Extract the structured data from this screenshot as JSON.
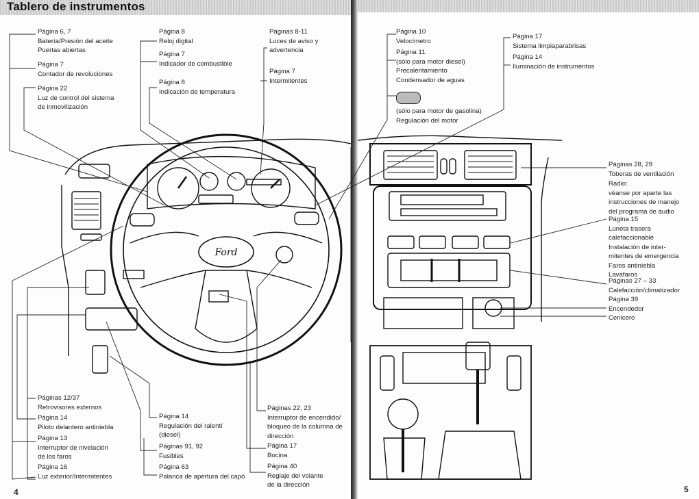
{
  "title": "Tablero de instrumentos",
  "page_numbers": {
    "left": "4",
    "right": "5"
  },
  "left_labels": {
    "top_col1": [
      {
        "page": "Página 6, 7",
        "lines": [
          "Batería/Presión del aceite",
          "Puertas abiertas"
        ]
      },
      {
        "page": "Página 7",
        "lines": [
          "Contador de revoluciones"
        ]
      },
      {
        "page": "Página 22",
        "lines": [
          "Luz de control del sistema",
          "de inmovilización"
        ]
      }
    ],
    "top_col2": [
      {
        "page": "Página 8",
        "lines": [
          "Reloj digital"
        ]
      },
      {
        "page": "Página 7",
        "lines": [
          "Indicador de combustible"
        ]
      },
      {
        "page": "Página 8",
        "lines": [
          "Indicación de temperatura"
        ]
      }
    ],
    "top_col3": [
      {
        "page": "Páginas 8-11",
        "lines": [
          "Luces de aviso y",
          "advertencia"
        ]
      },
      {
        "page": "Página 7",
        "lines": [
          "Intermitentes"
        ]
      }
    ],
    "bottom_col1": [
      {
        "page": "Páginas 12/37",
        "lines": [
          "Retrovisores externos"
        ]
      },
      {
        "page": "Página 14",
        "lines": [
          "Piloto delantero antiniebla"
        ]
      },
      {
        "page": "Página 13",
        "lines": [
          "Interruptor de nivelación",
          "de los faros"
        ]
      },
      {
        "page": "Página 16",
        "lines": [
          "Luz exterior/Intermitentes"
        ]
      }
    ],
    "bottom_col2": [
      {
        "page": "Página 14",
        "lines": [
          "Regulación del ralentí",
          "(diesel)"
        ]
      },
      {
        "page": "Páginas 91, 92",
        "lines": [
          "Fusibles"
        ]
      },
      {
        "page": "Página 63",
        "lines": [
          "Palanca de apertura del capó"
        ]
      }
    ],
    "bottom_col3": [
      {
        "page": "Páginas 22, 23",
        "lines": [
          "Interruptor de encendido/",
          "bloqueo de la columna de",
          "dirección"
        ]
      },
      {
        "page": "Página 17",
        "lines": [
          "Bocina"
        ]
      },
      {
        "page": "Página 40",
        "lines": [
          "Reglaje del volante",
          "de la dirección"
        ]
      }
    ]
  },
  "right_labels": {
    "top_col1": [
      {
        "page": "Página 10",
        "lines": [
          "Velocímetro"
        ]
      },
      {
        "page": "Página 11",
        "lines": [
          "(sólo para motor diesel)",
          "Precalentamiento",
          "Condensador de aguas"
        ]
      },
      {
        "page": "",
        "lines": [
          "(sólo para motor de gasolina)",
          "Regulación del motor"
        ]
      }
    ],
    "top_col2": [
      {
        "page": "Página 17",
        "lines": [
          "Sistema limpiaparabrisas"
        ]
      },
      {
        "page": "Página 14",
        "lines": [
          "Iluminación de instrumentos"
        ]
      }
    ],
    "side": [
      {
        "page": "Páginas 28, 29",
        "lines": [
          "Toberas de ventilación"
        ]
      },
      {
        "page": "Radio:",
        "lines": [
          "véanse por aparte las",
          "instrucciones de manejo",
          "del programa de audio"
        ]
      },
      {
        "page": "Página 15",
        "lines": [
          "Luneta trasera",
          "calefaccionable",
          "Instalación de inter-",
          "mitentes de emergencia",
          "Faros antiniebla",
          "Lavafaros"
        ]
      },
      {
        "page": "Páginas 27 – 33",
        "lines": [
          "Calefacción/climatizador"
        ]
      },
      {
        "page": "Página 39",
        "lines": [
          "Encendedor",
          "Cenicero"
        ]
      }
    ]
  },
  "logo_text": "Ford"
}
